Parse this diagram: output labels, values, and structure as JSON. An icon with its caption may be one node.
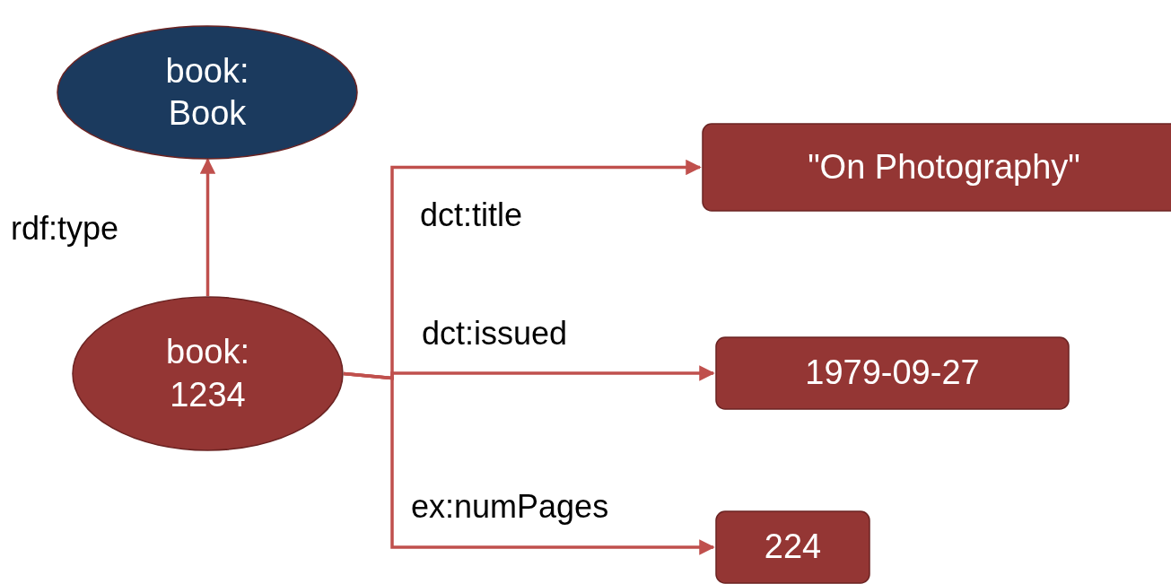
{
  "diagram": {
    "nodes": [
      {
        "text": [
          "book: Book"
        ]
      },
      {
        "text": [
          "book: 1234"
        ]
      },
      {
        "text": [
          "\"On Photography\""
        ]
      },
      {
        "text": [
          "1979-09-27"
        ]
      },
      {
        "text": [
          "224"
        ]
      }
    ],
    "edges": [
      {
        "from": 1,
        "to": 0,
        "arrow": "to",
        "label": "rdf:type"
      },
      {
        "from": 1,
        "to": 2,
        "arrow": "to",
        "label": "dct:title"
      },
      {
        "from": 1,
        "to": 3,
        "arrow": "to",
        "label": "dct:issued"
      },
      {
        "from": 1,
        "to": 4,
        "arrow": "to",
        "label": "ex:numPages"
      }
    ]
  }
}
